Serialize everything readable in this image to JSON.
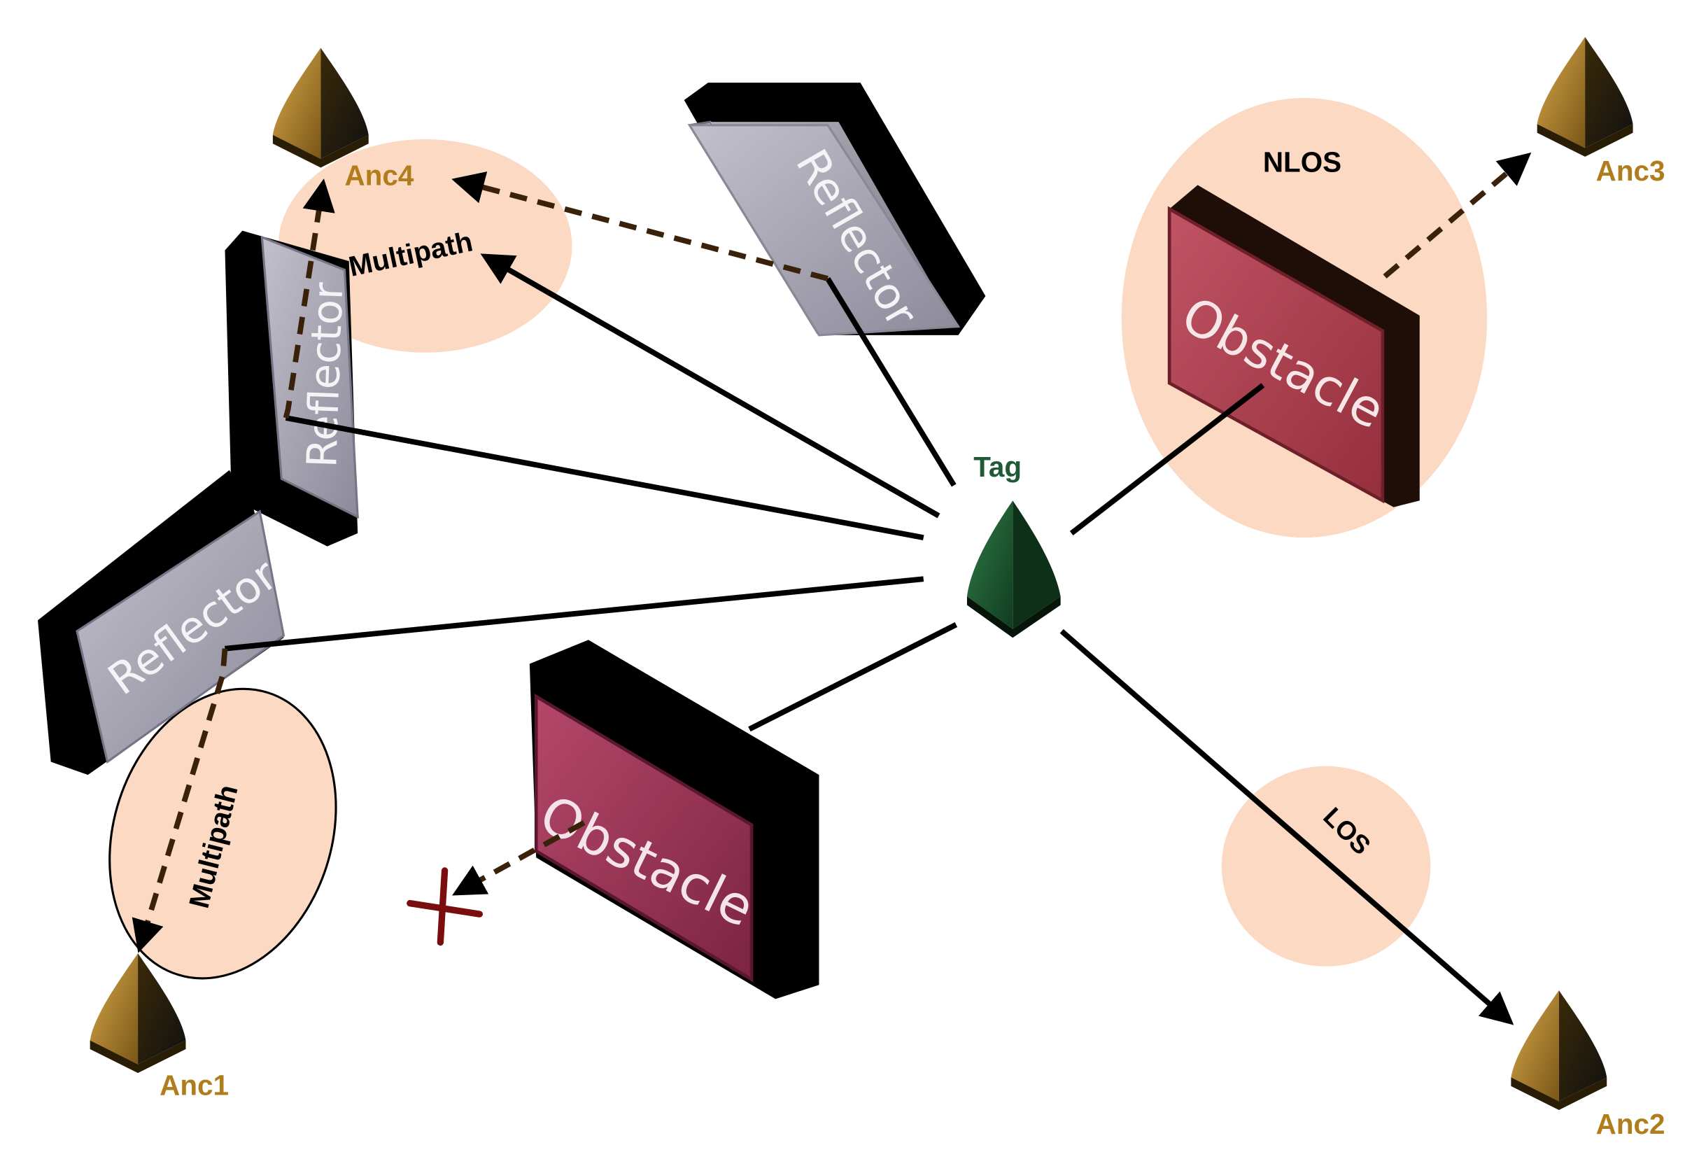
{
  "colors": {
    "anchor_text": "#b07d1c",
    "tag_text": "#1e5a36",
    "region_fill": "#fbd9c3",
    "reflector_face": "#a7a4b2",
    "obstacle_face": "#a83d4b",
    "obstacle2_face": "#95334f",
    "cross": "#7a0e0e"
  },
  "labels": {
    "anc1": "Anc1",
    "anc2": "Anc2",
    "anc3": "Anc3",
    "anc4": "Anc4",
    "tag": "Tag",
    "nlos": "NLOS",
    "los": "LOS",
    "multipath_top": "Multipath",
    "multipath_bottom": "Multipath",
    "reflector_top": "Reflector",
    "reflector_vertical": "Reflector",
    "reflector_left": "Reflector",
    "obstacle_right": "Obstacle",
    "obstacle_bottom": "Obstacle"
  },
  "icons": {
    "anchor": "anchor-pyramid-icon",
    "tag": "tag-pyramid-icon",
    "blocked": "cross-mark-icon"
  }
}
